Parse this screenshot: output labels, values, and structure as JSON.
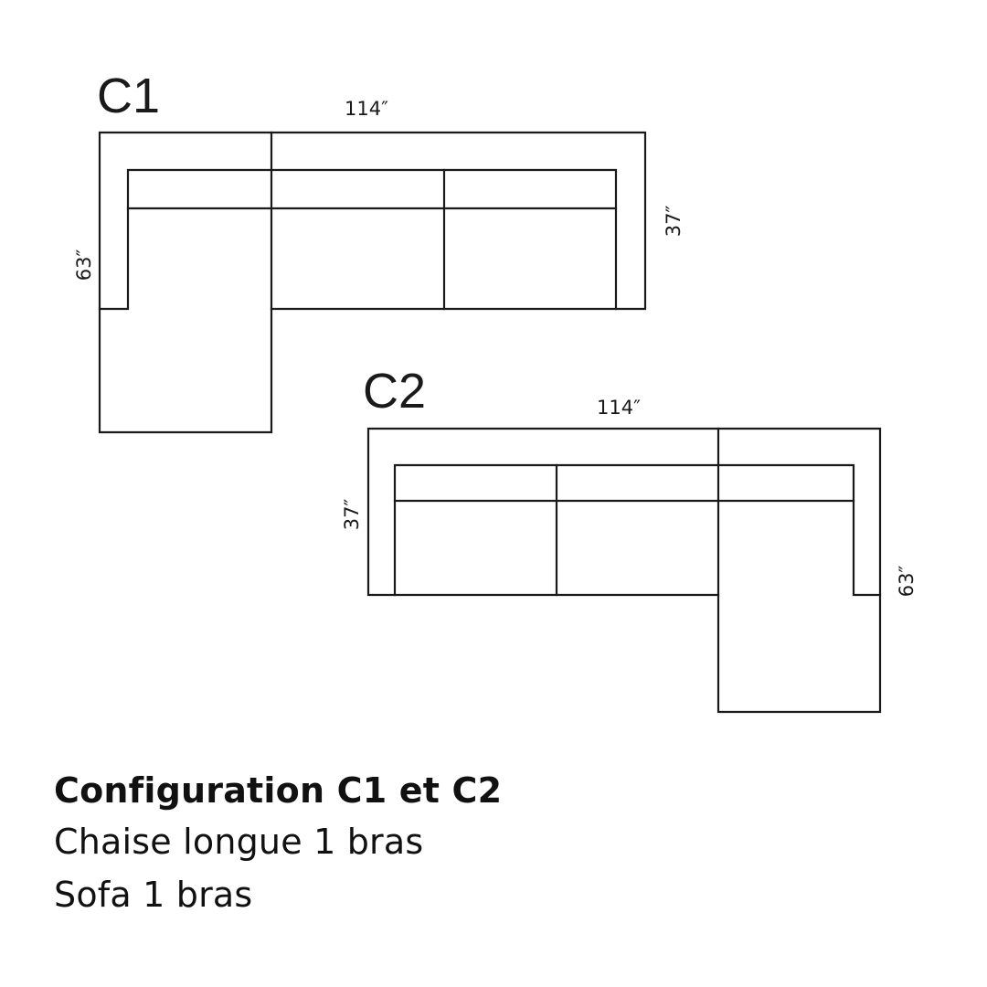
{
  "diagrams": {
    "c1": {
      "label": "C1",
      "width_dim": "114″",
      "depth_dim": "37″",
      "chaise_dim": "63″"
    },
    "c2": {
      "label": "C2",
      "width_dim": "114″",
      "depth_dim": "37″",
      "chaise_dim": "63″"
    }
  },
  "caption": {
    "title": "Configuration C1 et C2",
    "lines": [
      "Chaise longue 1 bras",
      "Sofa 1 bras"
    ]
  },
  "colors": {
    "line": "#1a1a1a",
    "background": "#ffffff",
    "text": "#111111"
  }
}
